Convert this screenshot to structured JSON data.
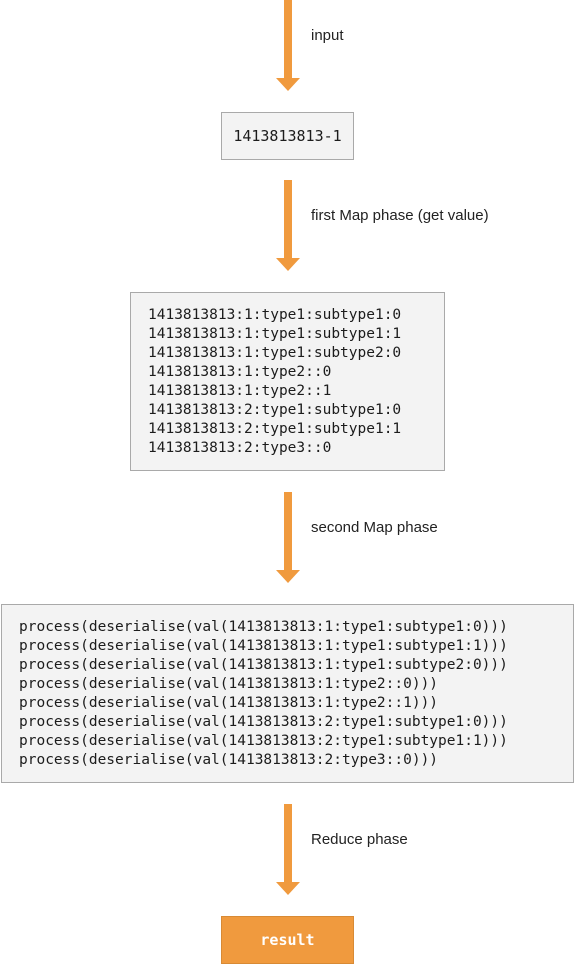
{
  "colors": {
    "arrow": "#f09a3e",
    "box_fill": "#f3f3f3",
    "box_border": "#a9a9a9",
    "result_fill": "#f09a3e",
    "result_text": "#ffffff"
  },
  "icons": {
    "arrow": "down-arrow-icon"
  },
  "steps": {
    "input_label": "input",
    "map1_label": "first Map phase (get value)",
    "map2_label": "second Map phase",
    "reduce_label": "Reduce phase"
  },
  "input_box": {
    "text": "1413813813-1"
  },
  "map1_box": {
    "lines": [
      "1413813813:1:type1:subtype1:0",
      "1413813813:1:type1:subtype1:1",
      "1413813813:1:type1:subtype2:0",
      "1413813813:1:type2::0",
      "1413813813:1:type2::1",
      "1413813813:2:type1:subtype1:0",
      "1413813813:2:type1:subtype1:1",
      "1413813813:2:type3::0"
    ]
  },
  "map2_box": {
    "lines": [
      "process(deserialise(val(1413813813:1:type1:subtype1:0)))",
      "process(deserialise(val(1413813813:1:type1:subtype1:1)))",
      "process(deserialise(val(1413813813:1:type1:subtype2:0)))",
      "process(deserialise(val(1413813813:1:type2::0)))",
      "process(deserialise(val(1413813813:1:type2::1)))",
      "process(deserialise(val(1413813813:2:type1:subtype1:0)))",
      "process(deserialise(val(1413813813:2:type1:subtype1:1)))",
      "process(deserialise(val(1413813813:2:type3::0)))"
    ]
  },
  "result_box": {
    "text": "result"
  }
}
